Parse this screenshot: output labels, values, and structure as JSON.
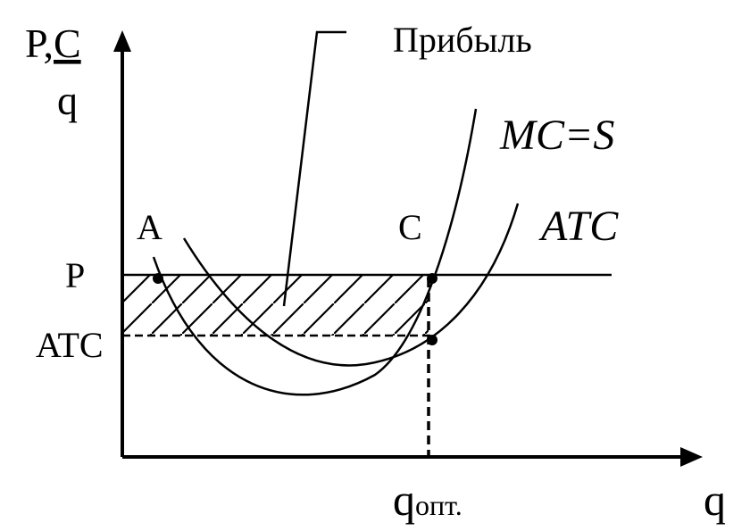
{
  "axes": {
    "y_label_main": "P,",
    "y_label_underlined": "C",
    "y_label_denominator": "q",
    "x_label": "q"
  },
  "curve_labels": {
    "mc": "MC=S",
    "atc": "ATC"
  },
  "point_labels": {
    "a": "A",
    "c": "C"
  },
  "levels": {
    "price": "P",
    "atc": "ATC"
  },
  "quantity": {
    "base": "q",
    "subscript": "опт."
  },
  "annotations": {
    "profit": "Прибыль"
  }
}
